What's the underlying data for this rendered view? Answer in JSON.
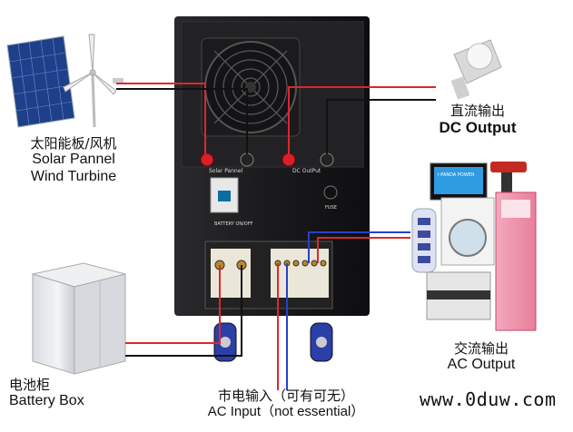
{
  "labels": {
    "solar": {
      "cn": "太阳能板/风机",
      "en1": "Solar Pannel",
      "en2": "Wind Turbine"
    },
    "dc": {
      "cn": "直流输出",
      "en": "DC Output"
    },
    "ac_out": {
      "cn": "交流输出",
      "en": "AC Output"
    },
    "battery": {
      "cn": "电池柜",
      "en": "Battery Box"
    },
    "ac_in": {
      "cn": "市电输入（可有可无）",
      "en": "AC Input（not essential）"
    }
  },
  "panel_labels": {
    "solar_pannel": "Solar Pannel",
    "dc_output": "DC OutPut",
    "battery_onoff": "BATTERY ON/OFF",
    "fuse": "FUSE",
    "tv_brand": "I-PANDA POWER"
  },
  "watermark": "www.0duw.com",
  "colors": {
    "cabinet": "#1b1b1d",
    "wire_red": "#e0262c",
    "wire_blue": "#2a3fc9",
    "wire_black": "#111111"
  }
}
